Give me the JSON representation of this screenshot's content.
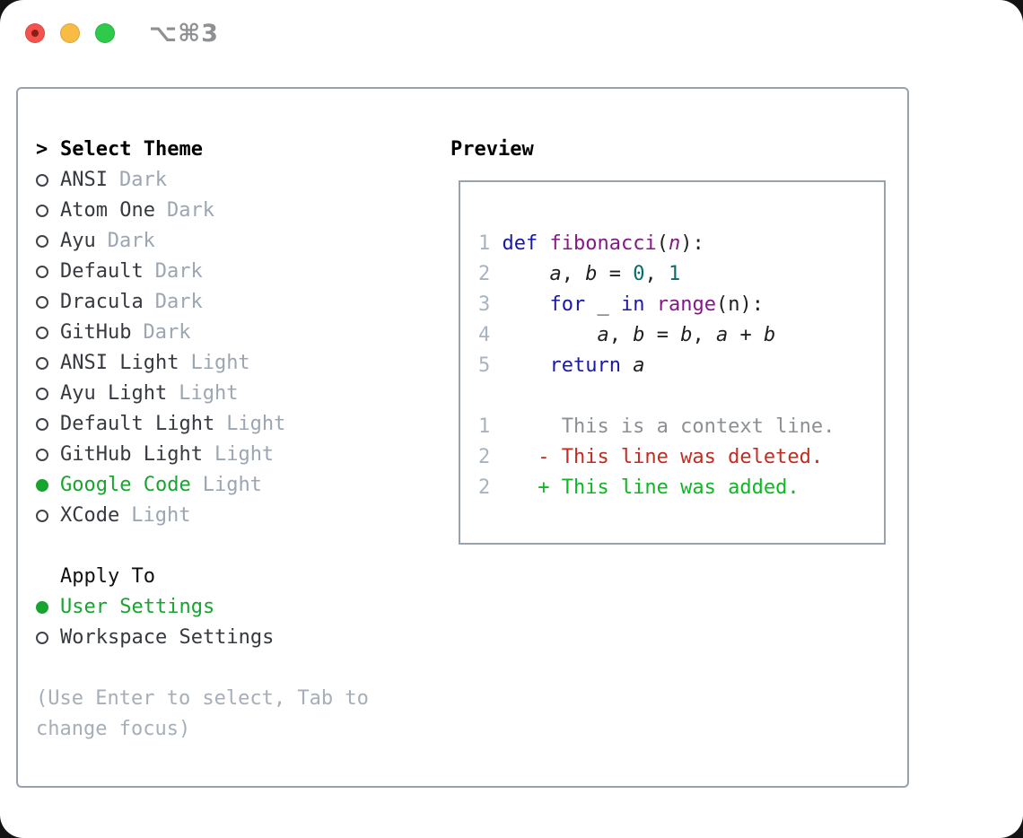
{
  "titlebar": {
    "shortcut": "⌥⌘3",
    "traffic_lights": {
      "close_color": "#f4544d",
      "close_dot_color": "#8c1d16",
      "minimize_color": "#f8bc45",
      "zoom_color": "#2fc94c"
    }
  },
  "theme_panel": {
    "prompt": ">",
    "title": "Select Theme",
    "themes": [
      {
        "name": "ANSI",
        "tag": "Dark",
        "selected": false
      },
      {
        "name": "Atom One",
        "tag": "Dark",
        "selected": false
      },
      {
        "name": "Ayu",
        "tag": "Dark",
        "selected": false
      },
      {
        "name": "Default",
        "tag": "Dark",
        "selected": false
      },
      {
        "name": "Dracula",
        "tag": "Dark",
        "selected": false
      },
      {
        "name": "GitHub",
        "tag": "Dark",
        "selected": false
      },
      {
        "name": "ANSI Light",
        "tag": "Light",
        "selected": false
      },
      {
        "name": "Ayu Light",
        "tag": "Light",
        "selected": false
      },
      {
        "name": "Default Light",
        "tag": "Light",
        "selected": false
      },
      {
        "name": "GitHub Light",
        "tag": "Light",
        "selected": false
      },
      {
        "name": "Google Code",
        "tag": "Light",
        "selected": true
      },
      {
        "name": "XCode",
        "tag": "Light",
        "selected": false
      }
    ],
    "apply_to": {
      "title": "Apply To",
      "options": [
        {
          "name": "User Settings",
          "selected": true
        },
        {
          "name": "Workspace Settings",
          "selected": false
        }
      ]
    },
    "help_text": "(Use Enter to select, Tab to change focus)"
  },
  "preview_panel": {
    "title": "Preview",
    "code_lines": [
      {
        "num": "1",
        "tokens": [
          {
            "t": "def",
            "s": "kw"
          },
          {
            "t": " ",
            "s": "pl"
          },
          {
            "t": "fibonacci",
            "s": "fn"
          },
          {
            "t": "(",
            "s": "pl"
          },
          {
            "t": "n",
            "s": "pm"
          },
          {
            "t": "):",
            "s": "pl"
          }
        ]
      },
      {
        "num": "2",
        "tokens": [
          {
            "t": "    ",
            "s": "pl"
          },
          {
            "t": "a",
            "s": "var"
          },
          {
            "t": ", ",
            "s": "pl"
          },
          {
            "t": "b",
            "s": "var"
          },
          {
            "t": " = ",
            "s": "pl"
          },
          {
            "t": "0",
            "s": "num"
          },
          {
            "t": ", ",
            "s": "pl"
          },
          {
            "t": "1",
            "s": "num"
          }
        ]
      },
      {
        "num": "3",
        "tokens": [
          {
            "t": "    ",
            "s": "pl"
          },
          {
            "t": "for",
            "s": "kw"
          },
          {
            "t": " _ ",
            "s": "pl"
          },
          {
            "t": "in",
            "s": "kw"
          },
          {
            "t": " ",
            "s": "pl"
          },
          {
            "t": "range",
            "s": "fn"
          },
          {
            "t": "(n):",
            "s": "pl"
          }
        ]
      },
      {
        "num": "4",
        "tokens": [
          {
            "t": "        ",
            "s": "pl"
          },
          {
            "t": "a",
            "s": "var"
          },
          {
            "t": ", ",
            "s": "pl"
          },
          {
            "t": "b",
            "s": "var"
          },
          {
            "t": " = ",
            "s": "pl"
          },
          {
            "t": "b",
            "s": "var"
          },
          {
            "t": ", ",
            "s": "pl"
          },
          {
            "t": "a",
            "s": "var"
          },
          {
            "t": " + ",
            "s": "pl"
          },
          {
            "t": "b",
            "s": "var"
          }
        ]
      },
      {
        "num": "5",
        "tokens": [
          {
            "t": "    ",
            "s": "pl"
          },
          {
            "t": "return",
            "s": "kw"
          },
          {
            "t": " ",
            "s": "pl"
          },
          {
            "t": "a",
            "s": "var"
          }
        ]
      }
    ],
    "diff_lines": [
      {
        "num": "1",
        "body": "     This is a context line.",
        "type": "context"
      },
      {
        "num": "2",
        "body": "   - This line was deleted.",
        "type": "deleted"
      },
      {
        "num": "2",
        "body": "   + This line was added.",
        "type": "added"
      }
    ]
  },
  "colors": {
    "selection_green": "#17a42f",
    "keyword_blue": "#1a18a8",
    "function_purple": "#871787",
    "number_teal": "#0c6a6a",
    "deleted_red": "#c52b1e",
    "added_green": "#0cb922",
    "tag_gray": "#9ba6b2",
    "gutter_gray": "#a9b3bf",
    "context_gray": "#8b9096",
    "panel_border_gray": "#98a1ac"
  }
}
